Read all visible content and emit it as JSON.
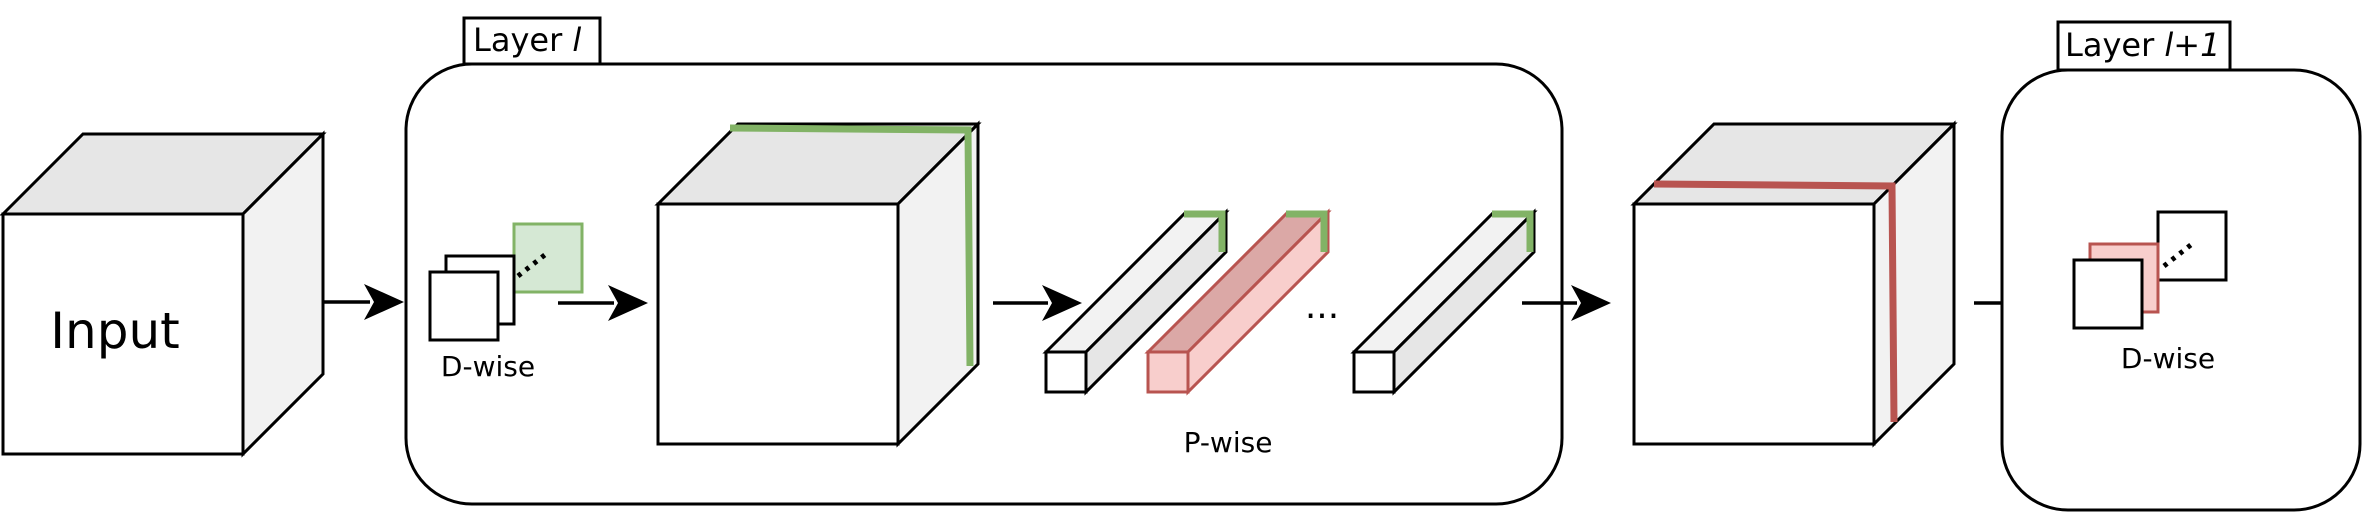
{
  "input": {
    "label": "Input"
  },
  "layer_l": {
    "tag_prefix": "Layer ",
    "tag_var": "l",
    "dwise_label": "D-wise",
    "pwise_label": "P-wise",
    "ellipsis": "..."
  },
  "layer_l1": {
    "tag_prefix": "Layer ",
    "tag_var": "l+1",
    "dwise_label": "D-wise"
  },
  "colors": {
    "stroke": "#000000",
    "cube_top": "#e6e6e6",
    "cube_side": "#f2f2f2",
    "green_accent": "#82b366",
    "green_fill": "#d5e8d4",
    "red_accent": "#b85450",
    "red_fill": "#f8cecc",
    "red_top": "#dba8a6"
  }
}
